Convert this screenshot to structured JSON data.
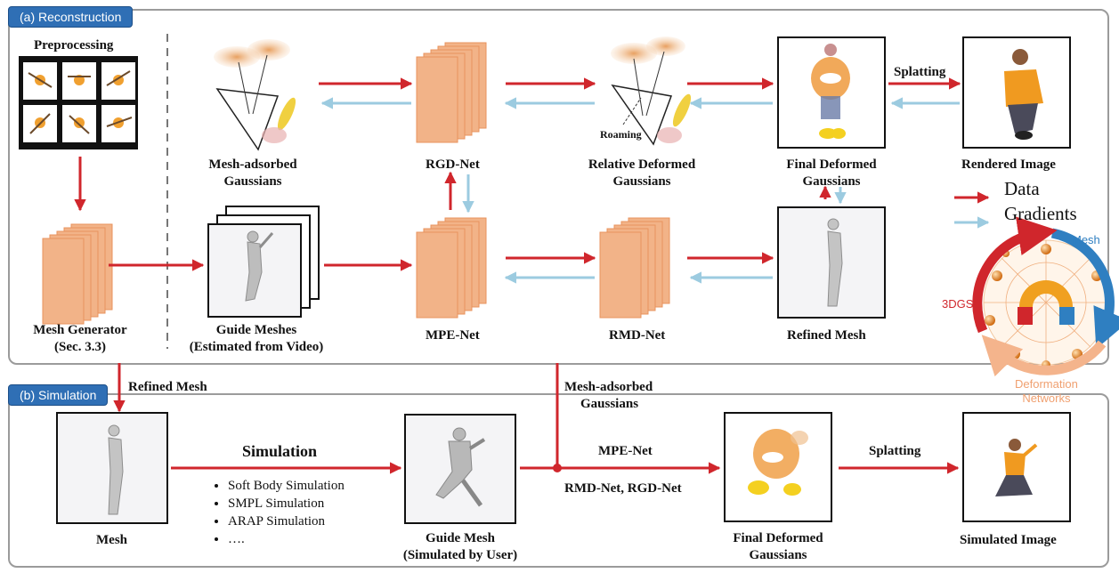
{
  "sections": {
    "reconstruction": "(a) Reconstruction",
    "simulation": "(b) Simulation"
  },
  "recon": {
    "preprocessing": "Preprocessing",
    "mesh_generator": [
      "Mesh Generator",
      "(Sec. 3.3)"
    ],
    "guide_meshes": [
      "Guide Meshes",
      "(Estimated from Video)"
    ],
    "mesh_adsorbed": [
      "Mesh-adsorbed",
      "Gaussians"
    ],
    "rgd_net": "RGD-Net",
    "relative_deformed": [
      "Relative Deformed",
      "Gaussians"
    ],
    "roaming": "Roaming",
    "final_deformed": [
      "Final Deformed",
      "Gaussians"
    ],
    "splatting": "Splatting",
    "rendered_image": "Rendered Image",
    "mpe_net": "MPE-Net",
    "rmd_net": "RMD-Net",
    "refined_mesh": "Refined Mesh"
  },
  "legend": {
    "data": "Data",
    "gradients": "Gradients",
    "cycle_mesh": "Mesh",
    "cycle_3dgs": "3DGS",
    "cycle_deform": [
      "Deformation",
      "Networks"
    ],
    "colors": {
      "data": "#d0262c",
      "gradients": "#9ccbe0",
      "mesh": "#2f7fc1",
      "deform": "#f4b48c"
    }
  },
  "sim": {
    "refined_mesh": "Refined Mesh",
    "mesh_adsorbed": [
      "Mesh-adsorbed",
      "Gaussians"
    ],
    "mesh": "Mesh",
    "simulation_title": "Simulation",
    "bullets": [
      "Soft Body Simulation",
      "SMPL Simulation",
      "ARAP Simulation",
      "…."
    ],
    "guide_mesh": [
      "Guide Mesh",
      "(Simulated by User)"
    ],
    "mpe_net": "MPE-Net",
    "rmd_rgd": "RMD-Net, RGD-Net",
    "final_deformed": [
      "Final Deformed",
      "Gaussians"
    ],
    "splatting": "Splatting",
    "simulated_image": "Simulated Image"
  }
}
